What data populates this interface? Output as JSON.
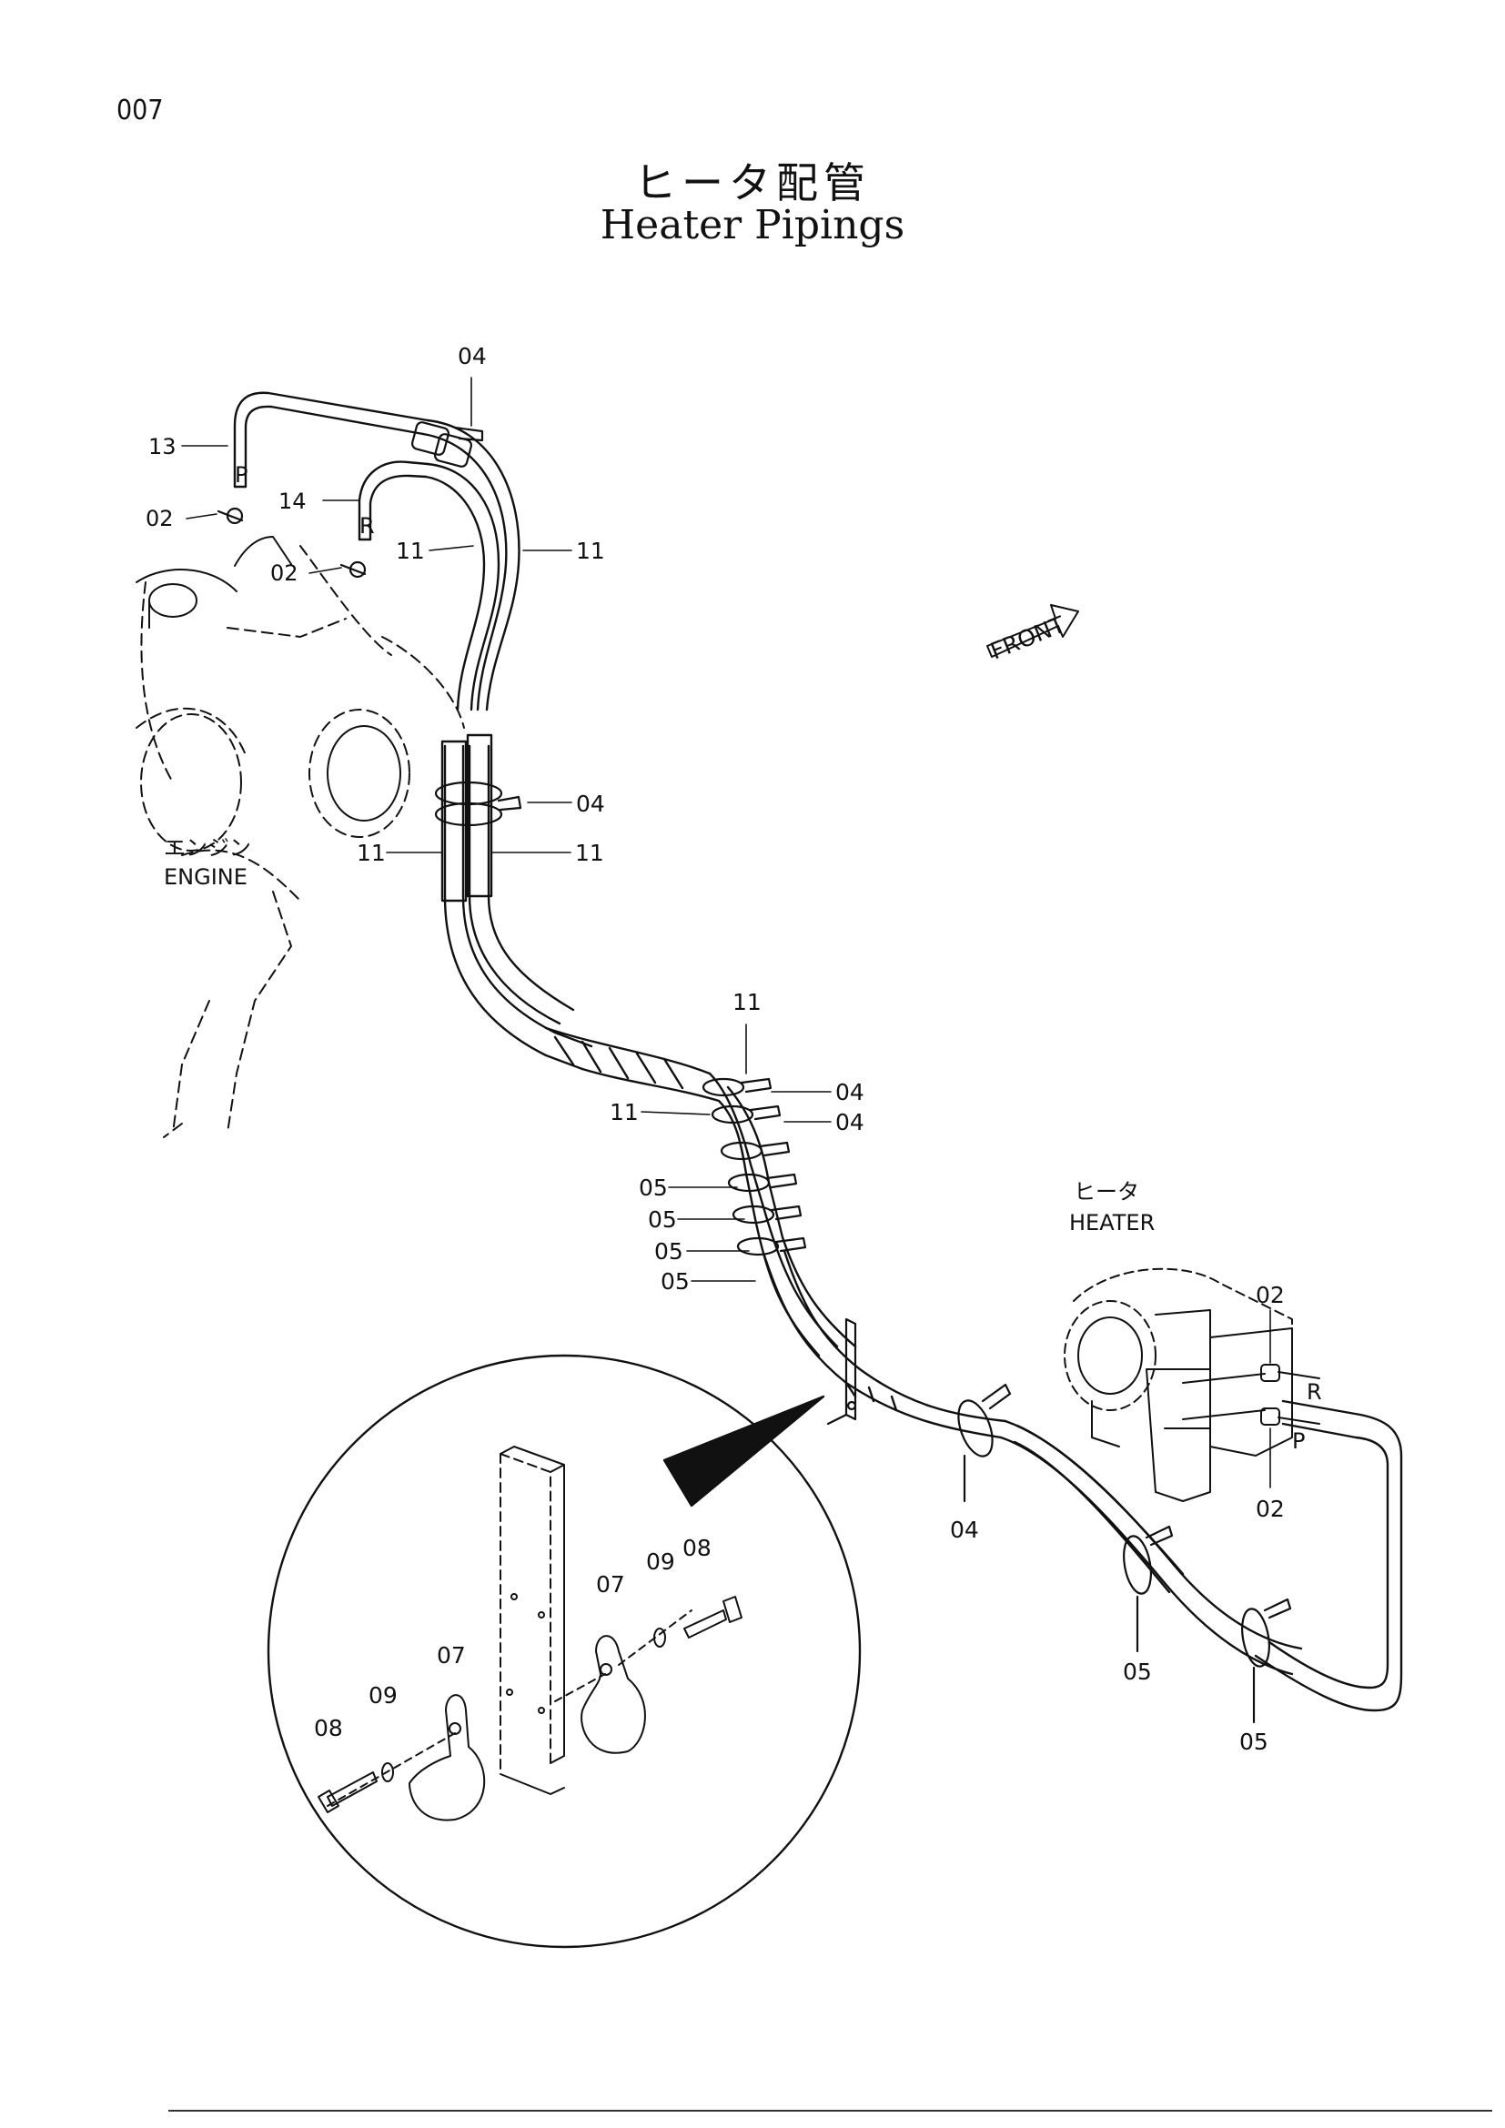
{
  "page_number": "007",
  "title_jp": "ヒータ配管",
  "title_en": "Heater Pipings",
  "component_labels": {
    "engine_jp": "エンジン",
    "engine_en": "ENGINE",
    "heater_jp": "ヒータ",
    "heater_en": "HEATER"
  },
  "direction_arrow": "FRONT",
  "port_markers": {
    "pressure": "P",
    "return": "R"
  },
  "callouts": {
    "c13": "13",
    "c14": "14",
    "c02_a": "02",
    "c02_b": "02",
    "c04_top": "04",
    "c11_a": "11",
    "c11_b": "11",
    "c04_mid": "04",
    "c11_c": "11",
    "c11_d": "11",
    "c11_e": "11",
    "c04_r1": "04",
    "c11_f": "11",
    "c04_r2": "04",
    "c05_1": "05",
    "c05_2": "05",
    "c05_3": "05",
    "c05_4": "05",
    "c02_h1": "02",
    "c02_h2": "02",
    "c04_low": "04",
    "c05_low1": "05",
    "c05_low2": "05"
  },
  "detail_callouts": {
    "d08_l": "08",
    "d09_l": "09",
    "d07_l": "07",
    "d07_r": "07",
    "d09_r": "09",
    "d08_r": "08"
  }
}
